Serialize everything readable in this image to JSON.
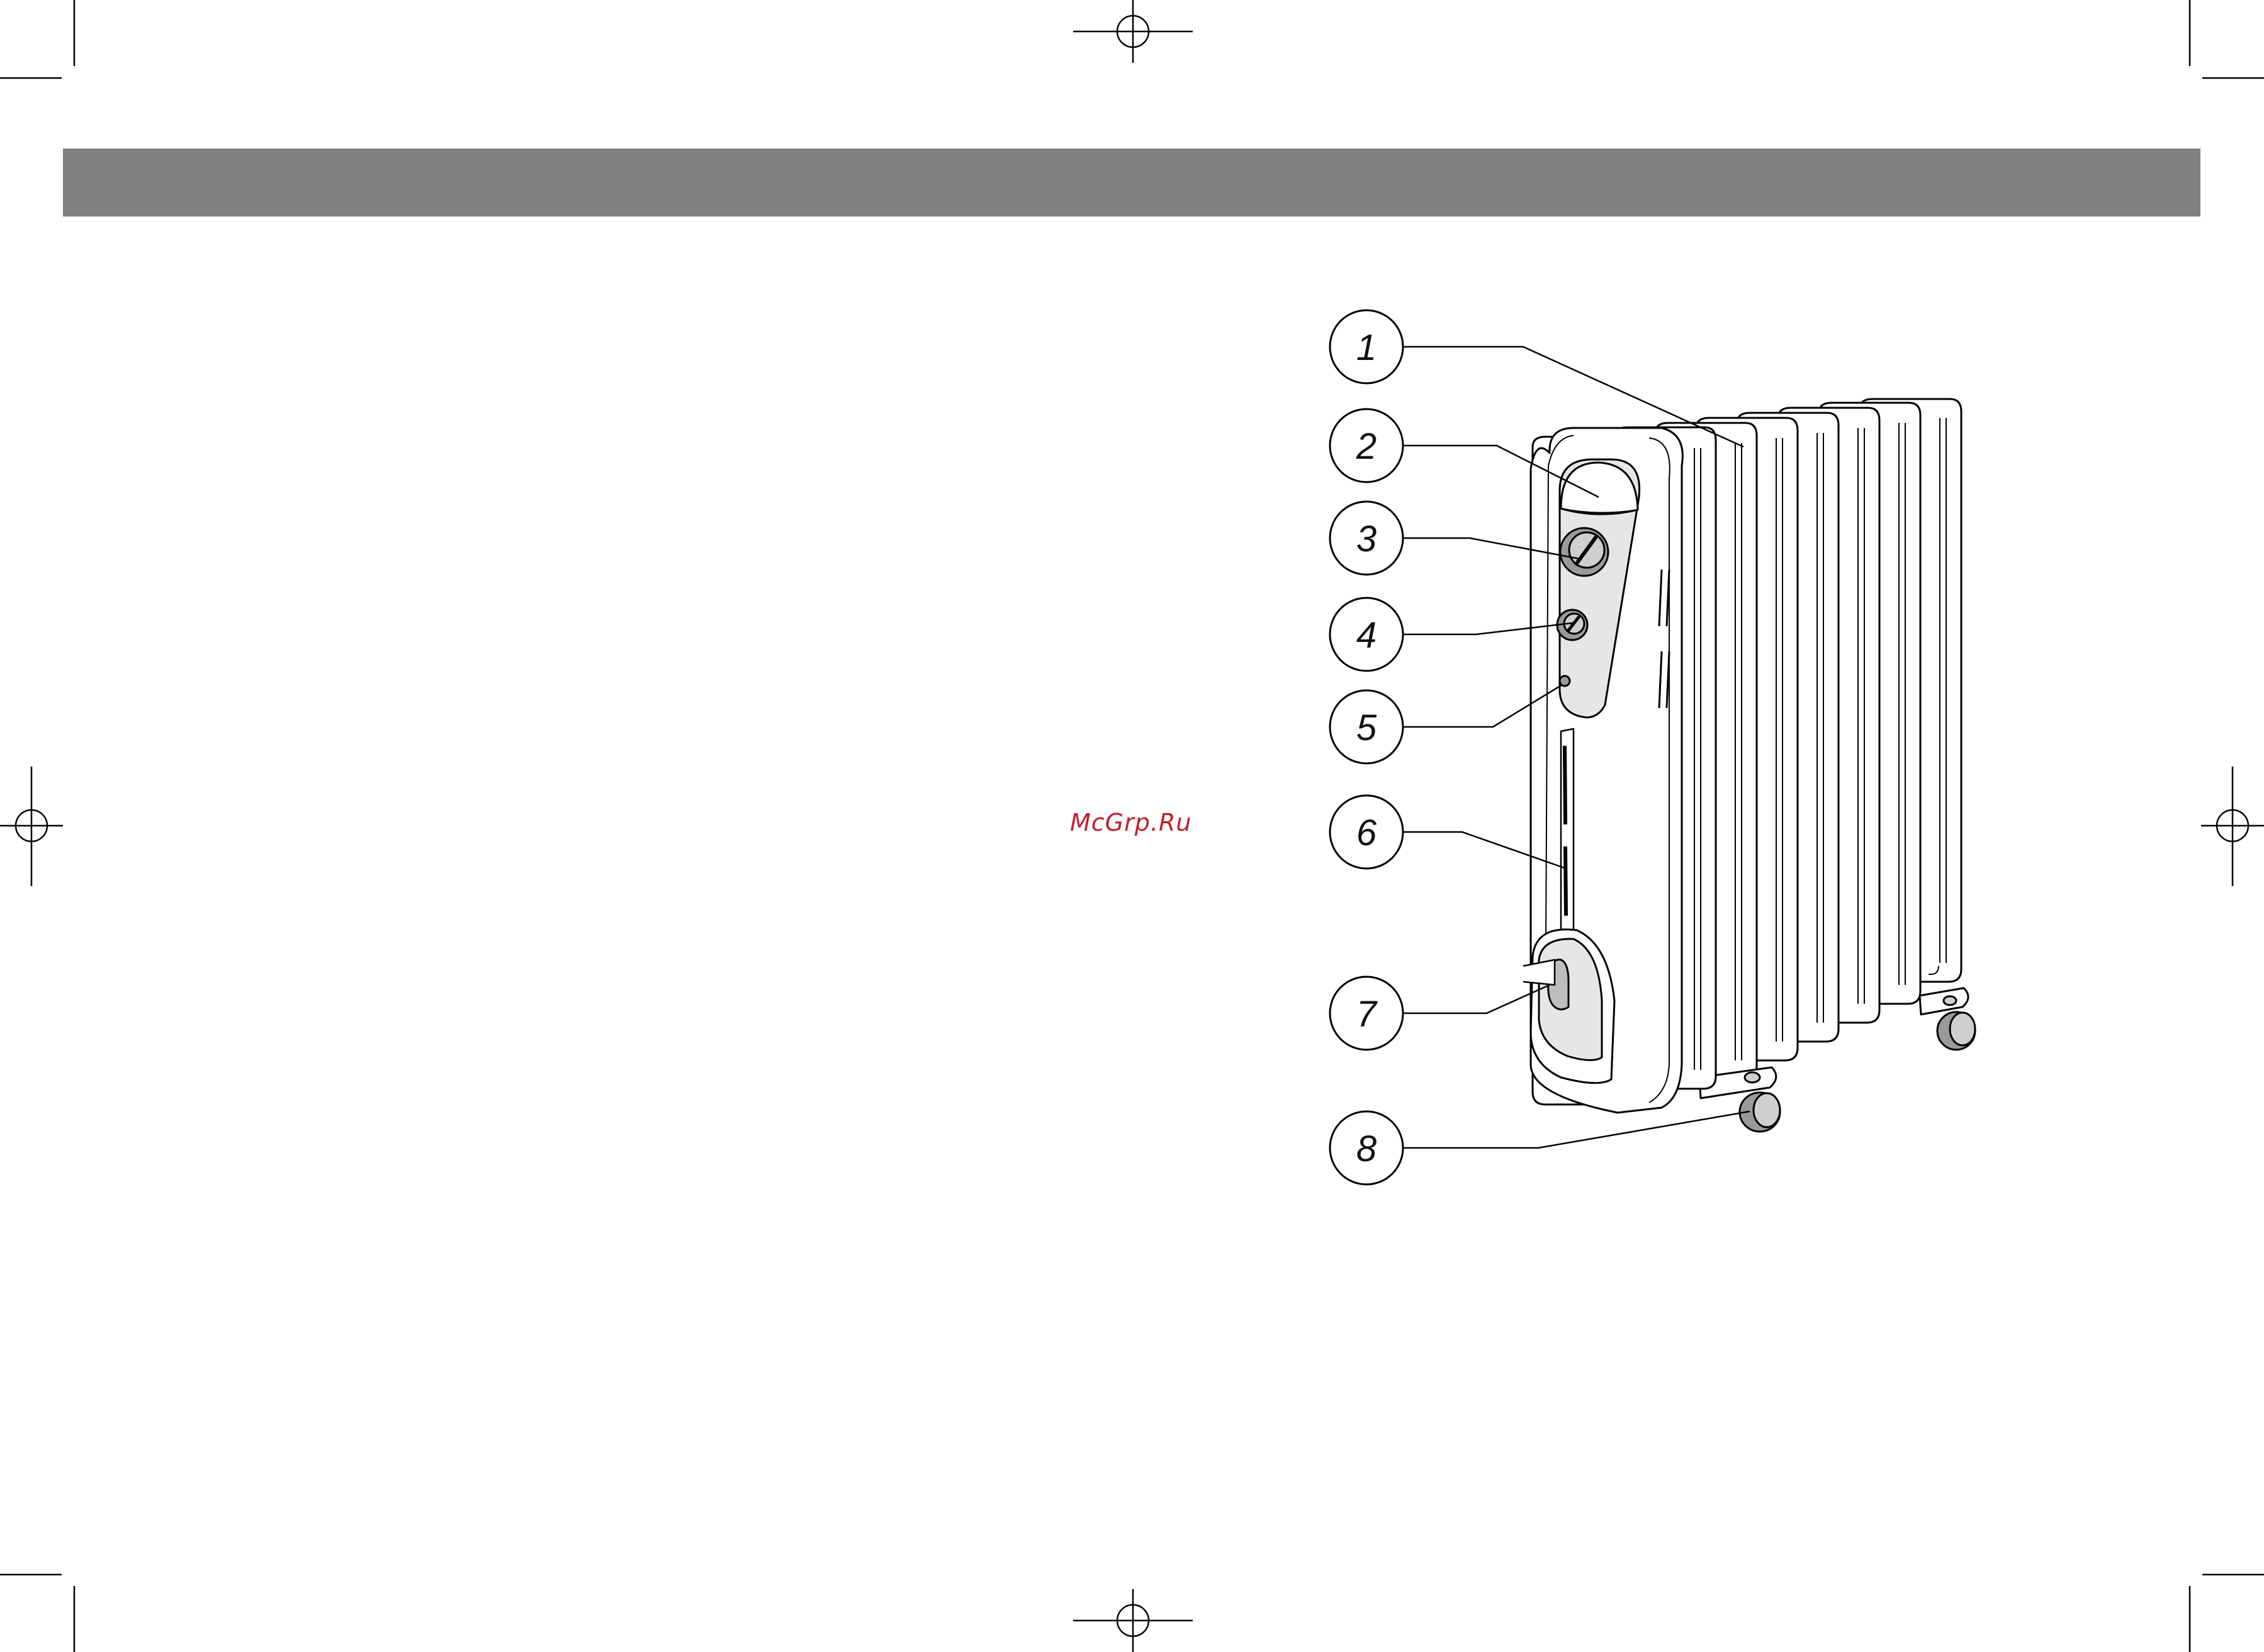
{
  "header": {
    "bar_color": "#808080"
  },
  "watermark": {
    "text": "McGrp.Ru",
    "color": "#c0202a"
  },
  "figure": {
    "callouts": [
      "1",
      "2",
      "3",
      "4",
      "5",
      "6",
      "7",
      "8"
    ]
  },
  "marks": {
    "registration_marks": 8,
    "corner_crop_marks": 4
  }
}
